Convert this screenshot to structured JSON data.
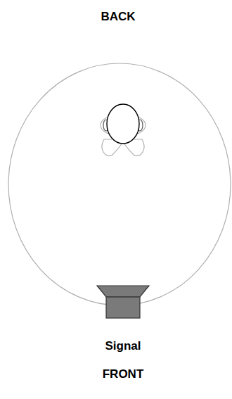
{
  "diagram": {
    "labels": [
      "BACK",
      "Signal",
      "FRONT"
    ]
  }
}
